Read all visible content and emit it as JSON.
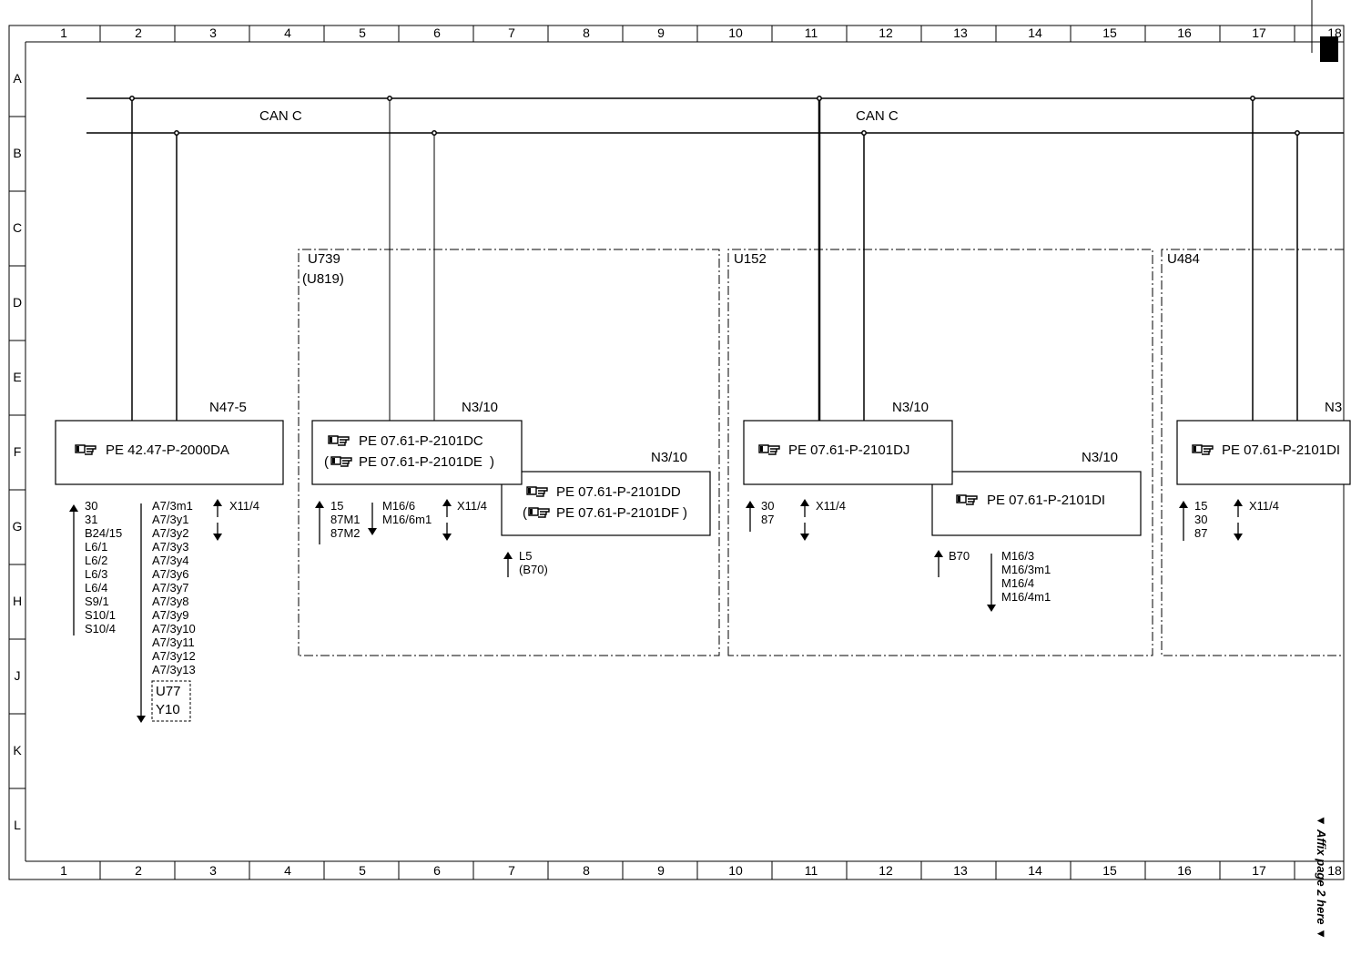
{
  "ruler": {
    "columns": [
      "1",
      "2",
      "3",
      "4",
      "5",
      "6",
      "7",
      "8",
      "9",
      "10",
      "11",
      "12",
      "13",
      "14",
      "15",
      "16",
      "17",
      "18"
    ],
    "rows": [
      "A",
      "B",
      "C",
      "D",
      "E",
      "F",
      "G",
      "H",
      "J",
      "K",
      "L"
    ]
  },
  "bus": {
    "left_label": "CAN C",
    "right_label": "CAN C"
  },
  "modules": [
    {
      "id": "N47-5",
      "label": "N47-5",
      "refs": [
        "PE 42.47-P-2000DA"
      ]
    },
    {
      "id": "N3/10-a",
      "label": "N3/10",
      "refs": [
        "PE 07.61-P-2101DC",
        "PE 07.61-P-2101DE"
      ]
    },
    {
      "id": "N3/10-b",
      "label": "N3/10",
      "refs": [
        "PE 07.61-P-2101DD",
        "PE 07.61-P-2101DF"
      ]
    },
    {
      "id": "N3/10-c",
      "label": "N3/10",
      "refs": [
        "PE 07.61-P-2101DJ"
      ]
    },
    {
      "id": "N3/10-d",
      "label": "N3/10",
      "refs": [
        "PE 07.61-P-2101DI"
      ]
    },
    {
      "id": "N3/10-e",
      "label": "N3",
      "refs": [
        "PE 07.61-P-2101DI"
      ]
    }
  ],
  "groups": [
    {
      "code": "U739",
      "alt": "(U819)"
    },
    {
      "code": "U152"
    },
    {
      "code": "U484"
    }
  ],
  "signals": {
    "n47_in": [
      "30",
      "31",
      "B24/15",
      "L6/1",
      "L6/2",
      "L6/3",
      "L6/4",
      "S9/1",
      "S10/1",
      "S10/4"
    ],
    "n47_out": [
      "A7/3m1",
      "A7/3y1",
      "A7/3y2",
      "A7/3y3",
      "A7/3y4",
      "A7/3y6",
      "A7/3y7",
      "A7/3y8",
      "A7/3y9",
      "A7/3y10",
      "A7/3y11",
      "A7/3y12",
      "A7/3y13"
    ],
    "n47_codes": [
      "U77",
      "Y10"
    ],
    "bidir": "X11/4",
    "u739_in": [
      "15",
      "87M1",
      "87M2"
    ],
    "u739_out": [
      "M16/6",
      "M16/6m1"
    ],
    "u739_l5": [
      "L5",
      "(B70)"
    ],
    "u152_in": [
      "30",
      "87"
    ],
    "u152_b70": "B70",
    "u152_out": [
      "M16/3",
      "M16/3m1",
      "M16/4",
      "M16/4m1"
    ],
    "u484_in": [
      "15",
      "30",
      "87"
    ]
  },
  "affix_note": "▼ Affix page 2 here ▼"
}
